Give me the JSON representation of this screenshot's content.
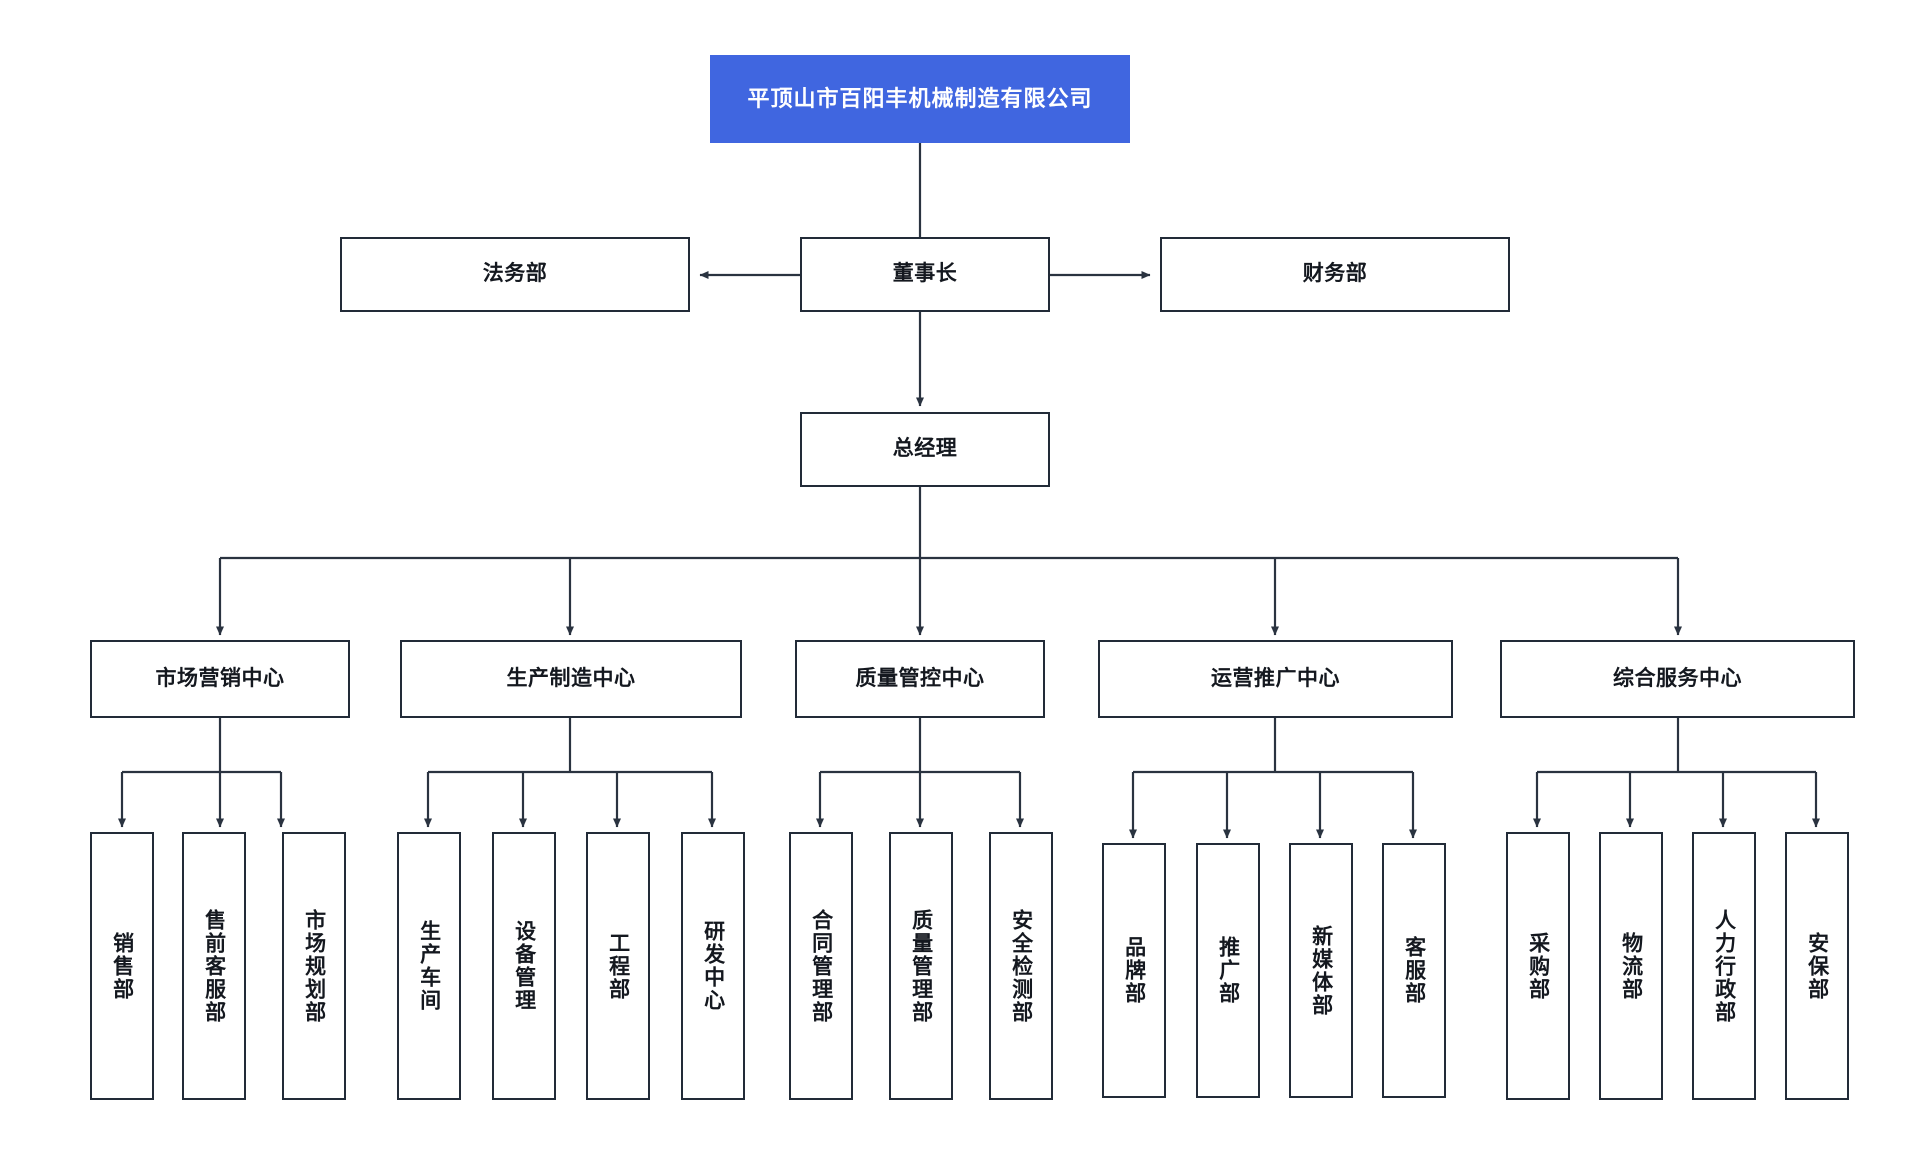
{
  "diagram": {
    "title_node": {
      "label": "平顶山市百阳丰机械制造有限公司"
    },
    "executives": {
      "chairman": "董事长",
      "left_staff": "法务部",
      "right_staff": "财务部",
      "general_manager": "总经理"
    },
    "centers": [
      {
        "label": "市场营销中心",
        "children": [
          "销售部",
          "售前客服部",
          "市场规划部"
        ]
      },
      {
        "label": "生产制造中心",
        "children": [
          "生产车间",
          "设备管理",
          "工程部",
          "研发中心"
        ]
      },
      {
        "label": "质量管控中心",
        "children": [
          "合同管理部",
          "质量管理部",
          "安全检测部"
        ]
      },
      {
        "label": "运营推广中心",
        "children": [
          "品牌部",
          "推广部",
          "新媒体部",
          "客服部"
        ]
      },
      {
        "label": "综合服务中心",
        "children": [
          "采购部",
          "物流部",
          "人力行政部",
          "安保部"
        ]
      }
    ],
    "colors": {
      "root_fill": "#4066e0",
      "root_text": "#ffffff",
      "node_border": "#222b38",
      "node_fill": "#ffffff",
      "edge": "#2a3340",
      "text": "#14181f",
      "background": "#ffffff"
    }
  }
}
